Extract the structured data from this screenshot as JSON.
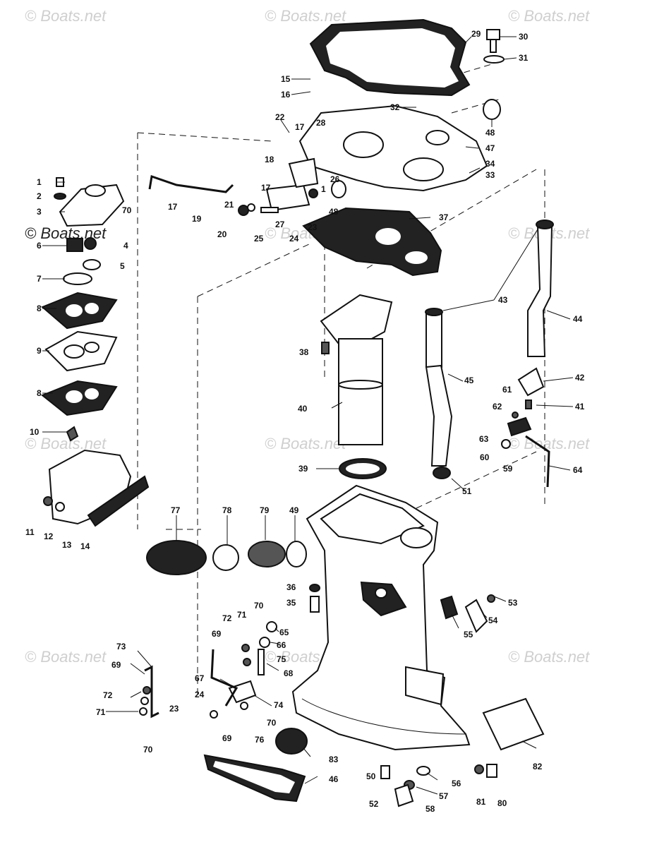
{
  "watermarks": [
    "© Boats.net",
    "© Boats.net",
    "© Boats.net",
    "© Boats.net",
    "© Boats.net",
    "© Boats.net",
    "© Boats.net",
    "© Boats.net",
    "© Boats.net",
    "© Boats.net",
    "© Boats.net",
    "© Boats.net"
  ],
  "callouts": [
    {
      "id": "c29",
      "label": "29"
    },
    {
      "id": "c30",
      "label": "30"
    },
    {
      "id": "c31",
      "label": "31"
    },
    {
      "id": "c15",
      "label": "15"
    },
    {
      "id": "c16",
      "label": "16"
    },
    {
      "id": "c32",
      "label": "32"
    },
    {
      "id": "c48a",
      "label": "48"
    },
    {
      "id": "c22",
      "label": "22"
    },
    {
      "id": "c17a",
      "label": "17"
    },
    {
      "id": "c28",
      "label": "28"
    },
    {
      "id": "c47",
      "label": "47"
    },
    {
      "id": "c18",
      "label": "18"
    },
    {
      "id": "c34",
      "label": "34"
    },
    {
      "id": "c33",
      "label": "33"
    },
    {
      "id": "c26",
      "label": "26"
    },
    {
      "id": "c17b",
      "label": "17"
    },
    {
      "id": "c1b",
      "label": "1"
    },
    {
      "id": "c1",
      "label": "1"
    },
    {
      "id": "c2",
      "label": "2"
    },
    {
      "id": "c3",
      "label": "3"
    },
    {
      "id": "c70a",
      "label": "70"
    },
    {
      "id": "c17c",
      "label": "17"
    },
    {
      "id": "c19",
      "label": "19"
    },
    {
      "id": "c21",
      "label": "21"
    },
    {
      "id": "c20",
      "label": "20"
    },
    {
      "id": "c25",
      "label": "25"
    },
    {
      "id": "c27",
      "label": "27"
    },
    {
      "id": "c24",
      "label": "24"
    },
    {
      "id": "c23a",
      "label": "23"
    },
    {
      "id": "c48b",
      "label": "48"
    },
    {
      "id": "c37",
      "label": "37"
    },
    {
      "id": "c6",
      "label": "6"
    },
    {
      "id": "c4",
      "label": "4"
    },
    {
      "id": "c5",
      "label": "5"
    },
    {
      "id": "c7",
      "label": "7"
    },
    {
      "id": "c8a",
      "label": "8"
    },
    {
      "id": "c43",
      "label": "43"
    },
    {
      "id": "c44",
      "label": "44"
    },
    {
      "id": "c9",
      "label": "9"
    },
    {
      "id": "c38",
      "label": "38"
    },
    {
      "id": "c45",
      "label": "45"
    },
    {
      "id": "c42",
      "label": "42"
    },
    {
      "id": "c8b",
      "label": "8"
    },
    {
      "id": "c61",
      "label": "61"
    },
    {
      "id": "c62",
      "label": "62"
    },
    {
      "id": "c41",
      "label": "41"
    },
    {
      "id": "c40",
      "label": "40"
    },
    {
      "id": "c10",
      "label": "10"
    },
    {
      "id": "c63",
      "label": "63"
    },
    {
      "id": "c60",
      "label": "60"
    },
    {
      "id": "c59",
      "label": "59"
    },
    {
      "id": "c64",
      "label": "64"
    },
    {
      "id": "c39",
      "label": "39"
    },
    {
      "id": "c51",
      "label": "51"
    },
    {
      "id": "c11",
      "label": "11"
    },
    {
      "id": "c12",
      "label": "12"
    },
    {
      "id": "c13",
      "label": "13"
    },
    {
      "id": "c14",
      "label": "14"
    },
    {
      "id": "c77",
      "label": "77"
    },
    {
      "id": "c78",
      "label": "78"
    },
    {
      "id": "c79",
      "label": "79"
    },
    {
      "id": "c49",
      "label": "49"
    },
    {
      "id": "c36",
      "label": "36"
    },
    {
      "id": "c35",
      "label": "35"
    },
    {
      "id": "c53",
      "label": "53"
    },
    {
      "id": "c54",
      "label": "54"
    },
    {
      "id": "c55",
      "label": "55"
    },
    {
      "id": "c72a",
      "label": "72"
    },
    {
      "id": "c71a",
      "label": "71"
    },
    {
      "id": "c70b",
      "label": "70"
    },
    {
      "id": "c65",
      "label": "65"
    },
    {
      "id": "c66",
      "label": "66"
    },
    {
      "id": "c75",
      "label": "75"
    },
    {
      "id": "c68",
      "label": "68"
    },
    {
      "id": "c69a",
      "label": "69"
    },
    {
      "id": "c73",
      "label": "73"
    },
    {
      "id": "c69b",
      "label": "69"
    },
    {
      "id": "c67",
      "label": "67"
    },
    {
      "id": "c74",
      "label": "74"
    },
    {
      "id": "c72b",
      "label": "72"
    },
    {
      "id": "c71b",
      "label": "71"
    },
    {
      "id": "c23b",
      "label": "23"
    },
    {
      "id": "c24b",
      "label": "24"
    },
    {
      "id": "c70c",
      "label": "70"
    },
    {
      "id": "c76",
      "label": "76"
    },
    {
      "id": "c69c",
      "label": "69"
    },
    {
      "id": "c70d",
      "label": "70"
    },
    {
      "id": "c82",
      "label": "82"
    },
    {
      "id": "c83",
      "label": "83"
    },
    {
      "id": "c50",
      "label": "50"
    },
    {
      "id": "c46",
      "label": "46"
    },
    {
      "id": "c56",
      "label": "56"
    },
    {
      "id": "c81",
      "label": "81"
    },
    {
      "id": "c80",
      "label": "80"
    },
    {
      "id": "c57",
      "label": "57"
    },
    {
      "id": "c52",
      "label": "52"
    },
    {
      "id": "c58",
      "label": "58"
    }
  ]
}
